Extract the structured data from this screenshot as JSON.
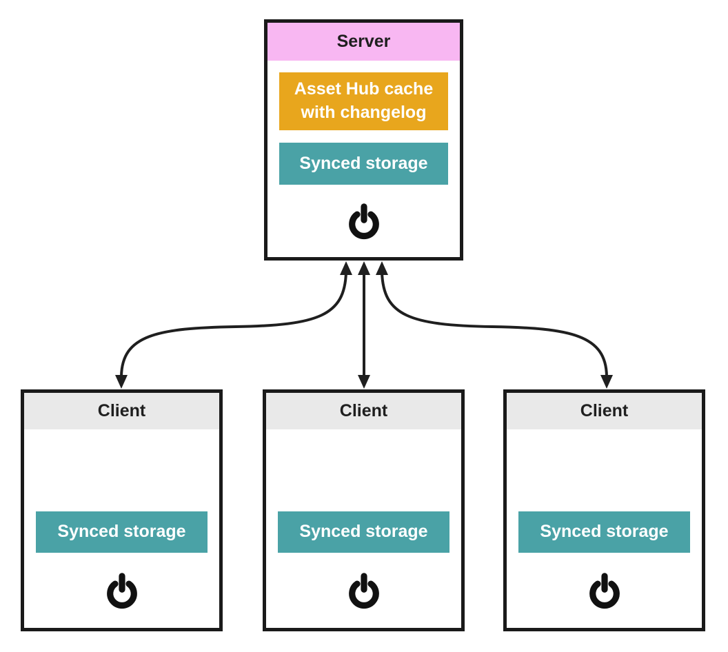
{
  "colors": {
    "pink": "#f8b7f2",
    "orange": "#e8a61d",
    "teal": "#4aa2a6",
    "header-gray": "#e9e9e9",
    "border-black": "#1a1a1a",
    "arrow-black": "#1f1f1f",
    "title-text": "#1f1f1f",
    "label-text": "#ffffff"
  },
  "server": {
    "title": "Server",
    "cache_label": "Asset Hub cache with changelog",
    "storage_label": "Synced storage",
    "power_icon": "power-icon"
  },
  "clients": [
    {
      "title": "Client",
      "storage_label": "Synced storage",
      "power_icon": "power-icon"
    },
    {
      "title": "Client",
      "storage_label": "Synced storage",
      "power_icon": "power-icon"
    },
    {
      "title": "Client",
      "storage_label": "Synced storage",
      "power_icon": "power-icon"
    }
  ],
  "connections": [
    {
      "from": "server",
      "to": "client-1",
      "bidirectional": true,
      "style": "curved-left"
    },
    {
      "from": "server",
      "to": "client-2",
      "bidirectional": true,
      "style": "straight"
    },
    {
      "from": "server",
      "to": "client-3",
      "bidirectional": true,
      "style": "curved-right"
    }
  ]
}
